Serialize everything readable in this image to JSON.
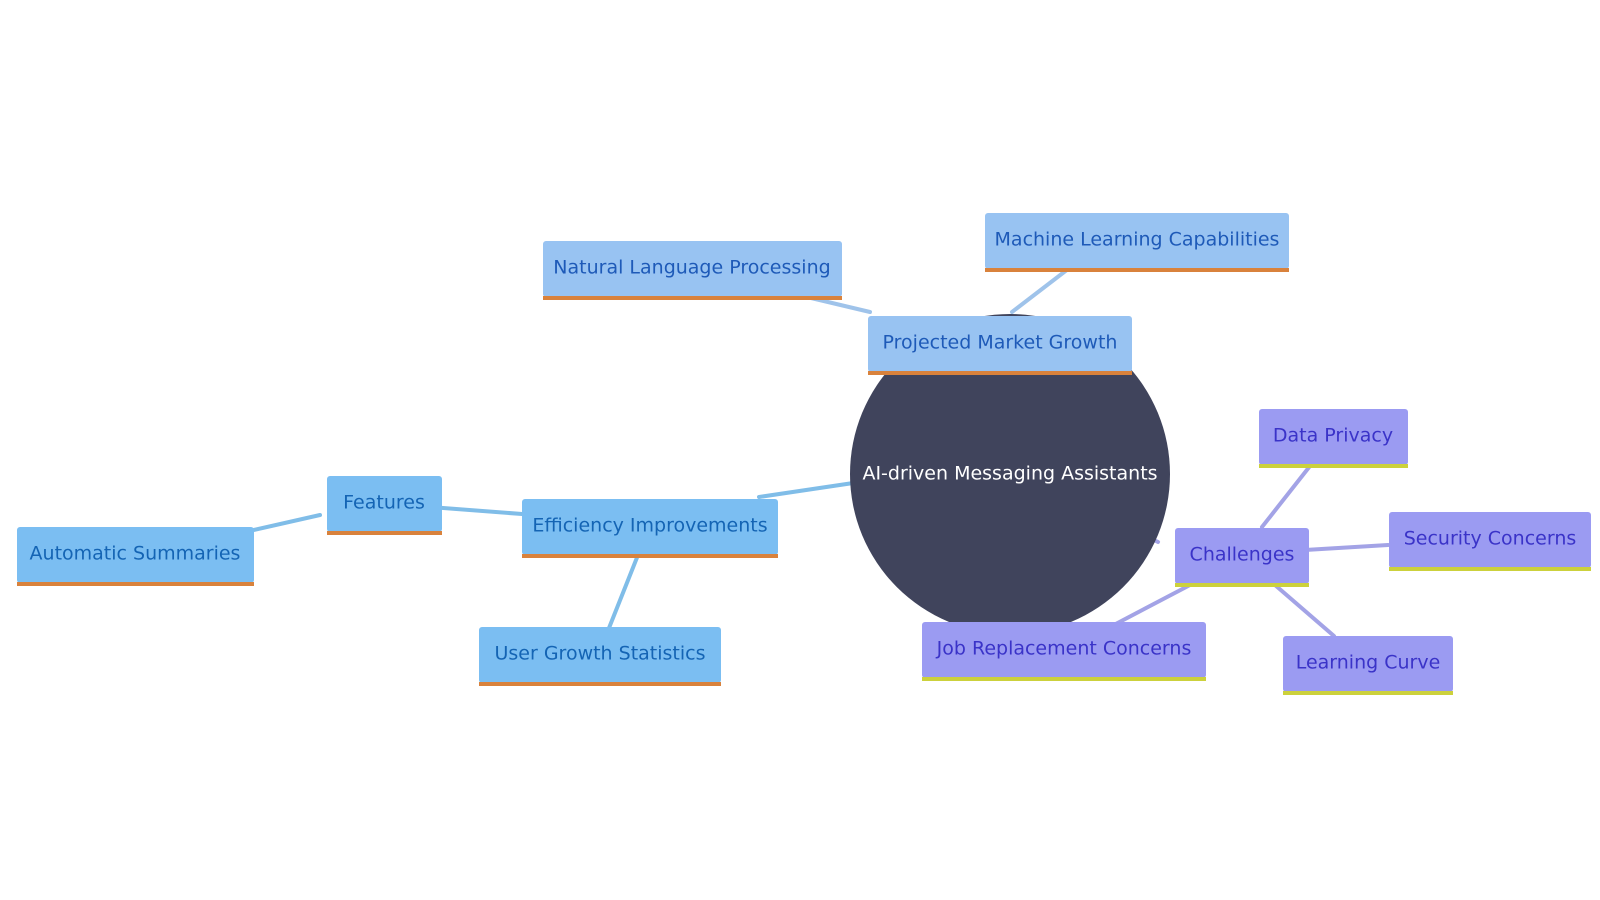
{
  "center": {
    "label": "AI-driven Messaging Assistants"
  },
  "nodes": [
    {
      "id": "projected-market-growth",
      "label": "Projected Market Growth",
      "group": "blue-light"
    },
    {
      "id": "natural-language-processing",
      "label": "Natural Language Processing",
      "group": "blue-light"
    },
    {
      "id": "machine-learning-capabilities",
      "label": "Machine Learning Capabilities",
      "group": "blue-light"
    },
    {
      "id": "efficiency-improvements",
      "label": "Efficiency Improvements",
      "group": "blue"
    },
    {
      "id": "features",
      "label": "Features",
      "group": "blue"
    },
    {
      "id": "automatic-summaries",
      "label": "Automatic Summaries",
      "group": "blue"
    },
    {
      "id": "user-growth-statistics",
      "label": "User Growth Statistics",
      "group": "blue"
    },
    {
      "id": "challenges",
      "label": "Challenges",
      "group": "purple"
    },
    {
      "id": "data-privacy",
      "label": "Data Privacy",
      "group": "purple"
    },
    {
      "id": "security-concerns",
      "label": "Security Concerns",
      "group": "purple"
    },
    {
      "id": "learning-curve",
      "label": "Learning Curve",
      "group": "purple"
    },
    {
      "id": "job-replacement-concerns",
      "label": "Job Replacement Concerns",
      "group": "purple"
    }
  ],
  "colors": {
    "center_fill": "#40445C",
    "center_text": "#FFFFFF",
    "blue_light_fill": "#98C3F2",
    "blue_light_text": "#1E5AB8",
    "blue_light_edge": "#9FC3EA",
    "blue_fill": "#7BBEF2",
    "blue_text": "#1464B4",
    "blue_edge": "#80BDE8",
    "purple_fill": "#9B9BF2",
    "purple_text": "#3A33C8",
    "purple_edge": "#A3A3E6",
    "underline_orange": "#D9823C",
    "underline_yellow": "#CCD13C"
  }
}
